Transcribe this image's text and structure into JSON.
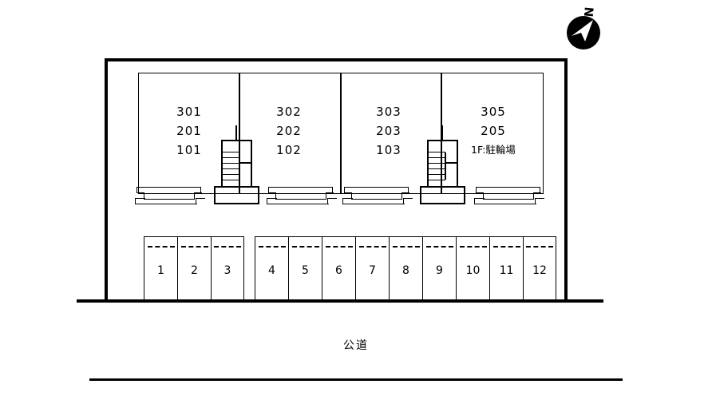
{
  "plan": {
    "title_text": "",
    "colors": {
      "line": "#000000",
      "background": "#ffffff"
    },
    "compass": {
      "letter": "N",
      "direction": "north-arrow",
      "arrow_points": "southwest"
    },
    "road": {
      "label": "公道"
    },
    "building": {
      "units": [
        {
          "id": "unit-a",
          "floors": [
            "301",
            "201",
            "101"
          ],
          "note": ""
        },
        {
          "id": "unit-b",
          "floors": [
            "302",
            "202",
            "102"
          ],
          "note": ""
        },
        {
          "id": "unit-c",
          "floors": [
            "303",
            "203",
            "103"
          ],
          "note": ""
        },
        {
          "id": "unit-d",
          "floors": [
            "305",
            "205"
          ],
          "note": "1F:駐輪場"
        }
      ]
    },
    "parking": {
      "groups": [
        {
          "slots": [
            "1",
            "2",
            "3"
          ]
        },
        {
          "slots": [
            "4",
            "5",
            "6",
            "7",
            "8",
            "9",
            "10",
            "11",
            "12"
          ]
        }
      ]
    }
  }
}
